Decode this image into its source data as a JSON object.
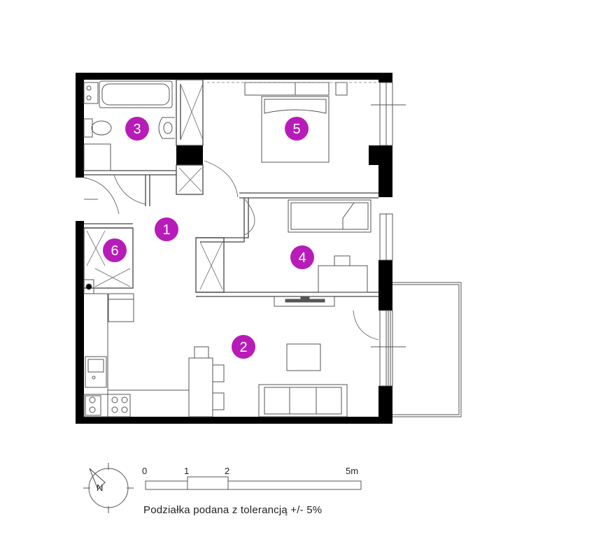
{
  "colors": {
    "wall": "#000000",
    "line": "#555555",
    "marker": "#b81cb8",
    "marker_text": "#ffffff",
    "background": "#ffffff"
  },
  "rooms": [
    {
      "id": "1"
    },
    {
      "id": "2"
    },
    {
      "id": "3"
    },
    {
      "id": "4"
    },
    {
      "id": "5"
    },
    {
      "id": "6"
    }
  ],
  "scale": {
    "ticks": [
      "0",
      "1",
      "2",
      "5m"
    ]
  },
  "compass": {
    "label": "N",
    "icon": "compass-north-icon"
  },
  "caption": "Podziałka podana z tolerancją +/- 5%"
}
